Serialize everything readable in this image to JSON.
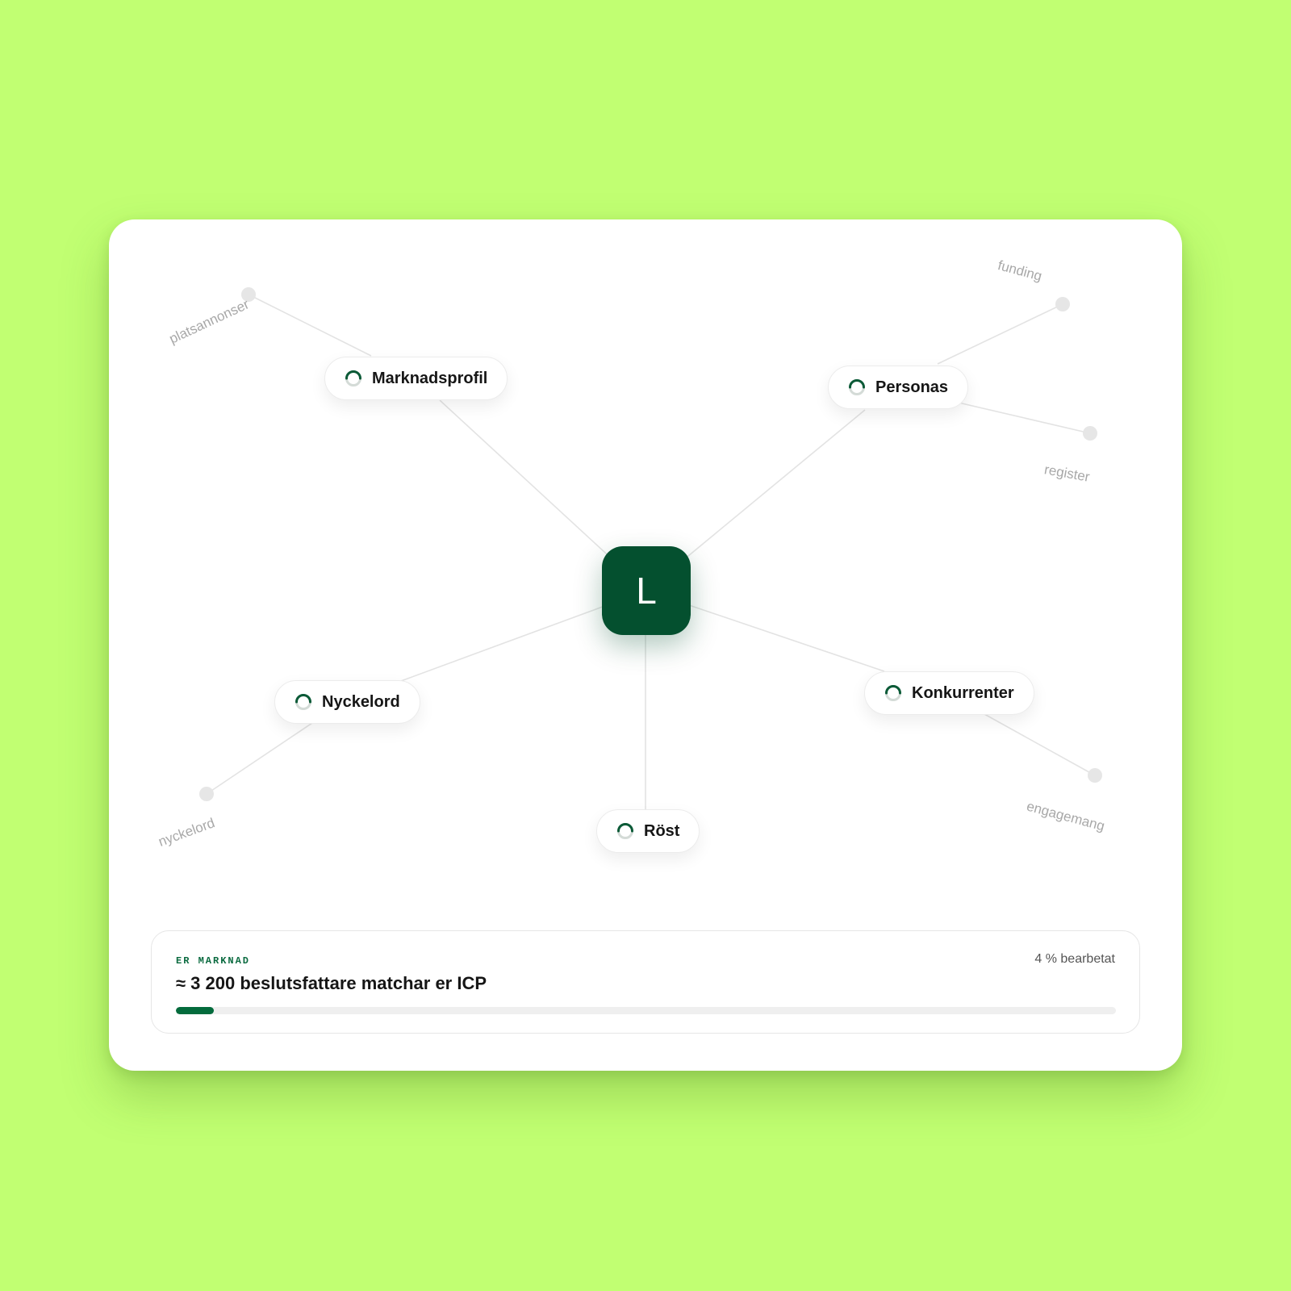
{
  "hub": {
    "letter": "L"
  },
  "nodes": [
    {
      "id": "marknadsprofil",
      "label": "Marknadsprofil",
      "status": "loading"
    },
    {
      "id": "personas",
      "label": "Personas",
      "status": "loading"
    },
    {
      "id": "nyckelord",
      "label": "Nyckelord",
      "status": "loading"
    },
    {
      "id": "konkurrenter",
      "label": "Konkurrenter",
      "status": "loading"
    },
    {
      "id": "rost",
      "label": "Röst",
      "status": "loading"
    }
  ],
  "satellites": [
    {
      "label": "platsannonser",
      "parent": "marknadsprofil"
    },
    {
      "label": "funding",
      "parent": "personas"
    },
    {
      "label": "register",
      "parent": "personas"
    },
    {
      "label": "nyckelord",
      "parent": "nyckelord"
    },
    {
      "label": "engagemang",
      "parent": "konkurrenter"
    }
  ],
  "status": {
    "eyebrow": "ER MARKNAD",
    "headline": "≈ 3 200 beslutsfattare matchar er ICP",
    "processed_label": "4 % bearbetat",
    "progress_percent": 4
  },
  "colors": {
    "background": "#c1ff72",
    "hub": "#04502f",
    "accent": "#046b3c",
    "spinner_track": "#d4dbd7"
  }
}
